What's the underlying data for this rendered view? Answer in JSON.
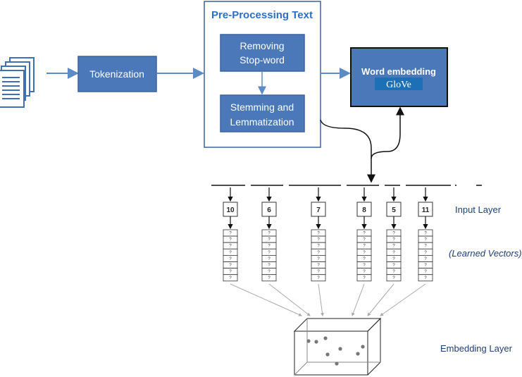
{
  "title": "Pre-Processing Text",
  "tokenization": "Tokenization",
  "stopword": [
    "Removing",
    "Stop-word"
  ],
  "stemming": [
    "Stemming and",
    "Lemmatization"
  ],
  "word_embedding": "Word embedding",
  "glove": "GloVe",
  "input_values": [
    "10",
    "6",
    "7",
    "8",
    "5",
    "11"
  ],
  "vector_cell": "?",
  "labels": {
    "input": "Input Layer",
    "learned": "(Learned Vectors)",
    "embedding": "Embedding Layer"
  },
  "colors": {
    "box_fill": "#4a78b8",
    "box_border": "#3a62a0",
    "title": "#2e6fc4",
    "arrow_blue": "#5b8cc8",
    "dark_border": "#111111",
    "glove_bg": "#1e70b6",
    "label_blue": "#1f3f78"
  }
}
